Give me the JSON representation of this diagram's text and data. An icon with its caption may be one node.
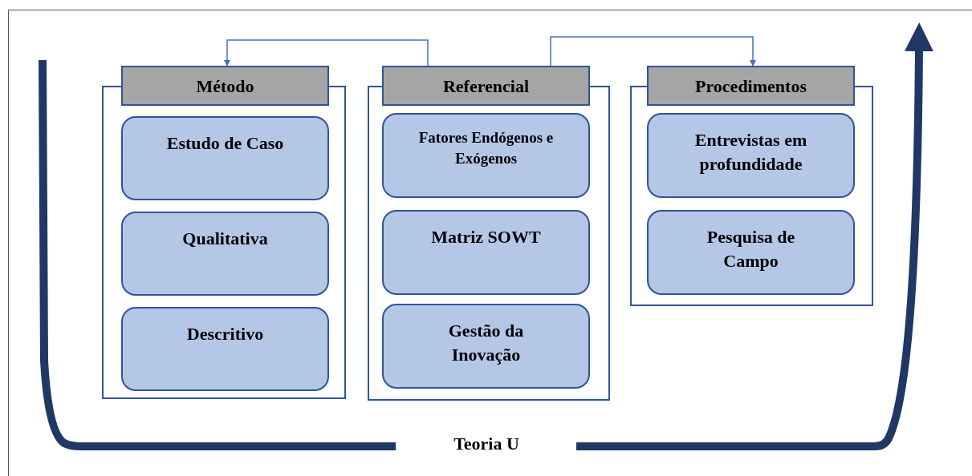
{
  "diagram": {
    "nodes": [
      {
        "text": [
          "Método"
        ]
      },
      {
        "text": [
          "Estudo de Caso"
        ],
        "in": 0
      },
      {
        "text": [
          "Qualitativa"
        ],
        "in": 0
      },
      {
        "text": [
          "Descritivo"
        ],
        "in": 0
      },
      {
        "text": [
          "Referencial"
        ]
      },
      {
        "text": [
          "Fatores Endógenos e Exógenos"
        ],
        "in": 4
      },
      {
        "text": [
          "Matriz SOWT"
        ],
        "in": 4
      },
      {
        "text": [
          "Gestão da Inovação"
        ],
        "in": 4
      },
      {
        "text": [
          "Procedimentos"
        ]
      },
      {
        "text": [
          "Entrevistas em profundidade"
        ],
        "in": 8
      },
      {
        "text": [
          "Pesquisa de Campo"
        ],
        "in": 8
      }
    ],
    "edges": [
      {
        "from": 4,
        "to": 0,
        "arrow": "to"
      },
      {
        "from": 4,
        "to": 8,
        "arrow": "to"
      }
    ],
    "labels": [
      "Teoria U"
    ]
  }
}
